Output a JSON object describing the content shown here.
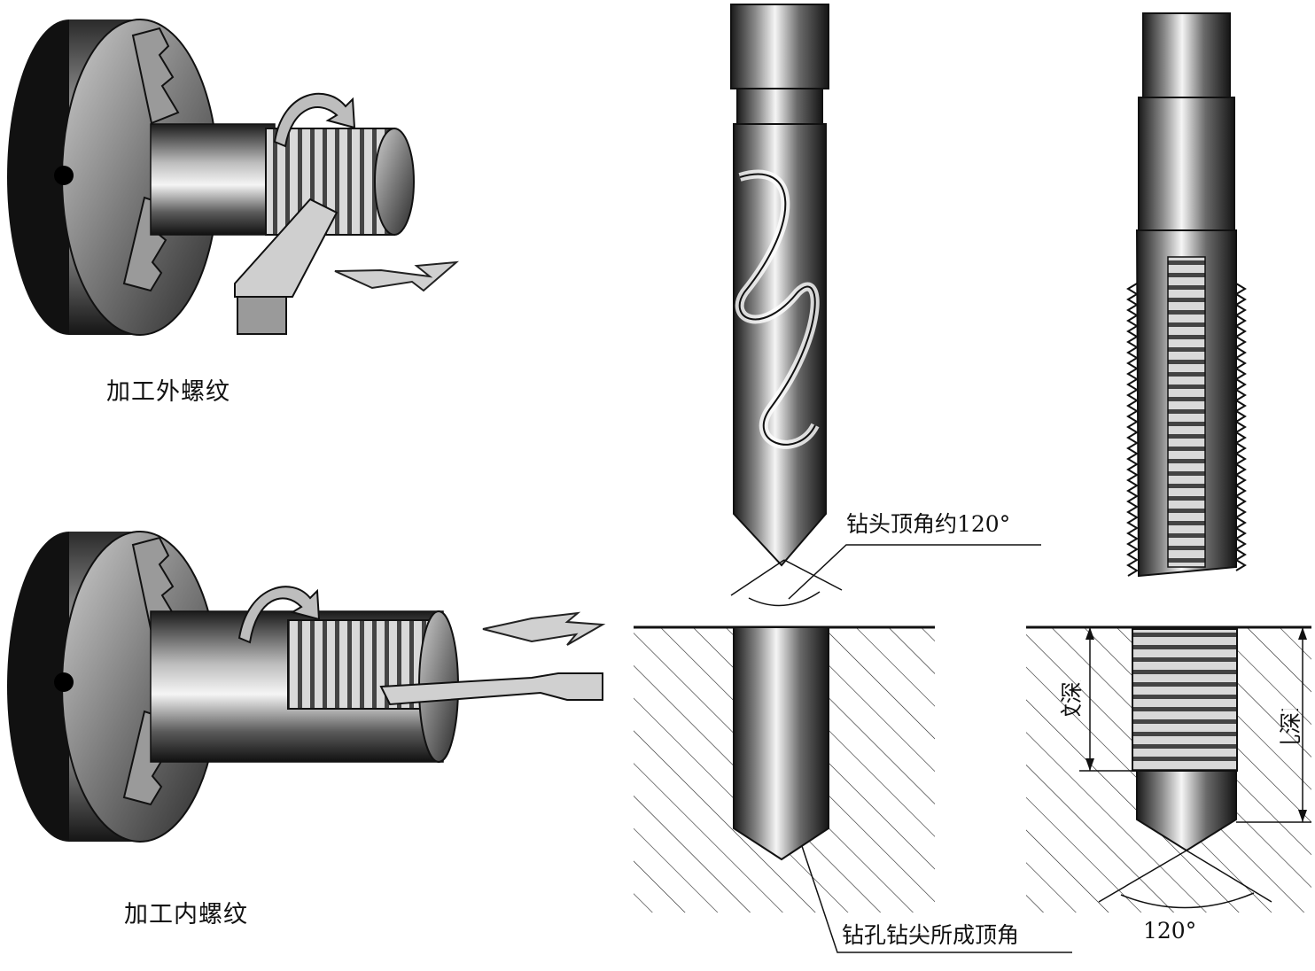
{
  "captions": {
    "external_thread": "加工外螺纹",
    "internal_thread": "加工内螺纹"
  },
  "drill": {
    "tip_angle_label": "钻头顶角约120°"
  },
  "hole": {
    "drill_point_label": "钻孔钻尖所成顶角"
  },
  "tapped_hole": {
    "thread_depth_label": "螺纹深度L",
    "hole_depth_label": "孔深H",
    "angle_label": "120°"
  },
  "colors": {
    "metal_dark": "#1a1a1a",
    "metal_mid": "#7a7a7a",
    "metal_light": "#e8e8e8",
    "line": "#111111"
  }
}
